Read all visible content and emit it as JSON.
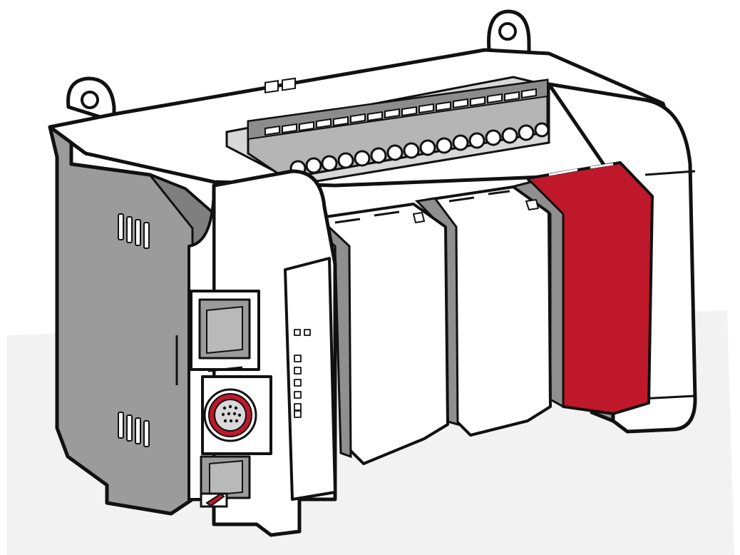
{
  "illustration": {
    "subject": "modular-plc-controller",
    "colors": {
      "background": "#ffffff",
      "shadow_panel": "#f2f2f2",
      "housing_white": "#ffffff",
      "housing_gray": "#9b9b9b",
      "housing_dark_gray": "#6e6e6e",
      "accent_red": "#c0182b",
      "outline": "#111111"
    },
    "terminal_screw_count": 16,
    "status_led_count": 7,
    "vent_slot_count": 4,
    "io_module_count": 3
  }
}
